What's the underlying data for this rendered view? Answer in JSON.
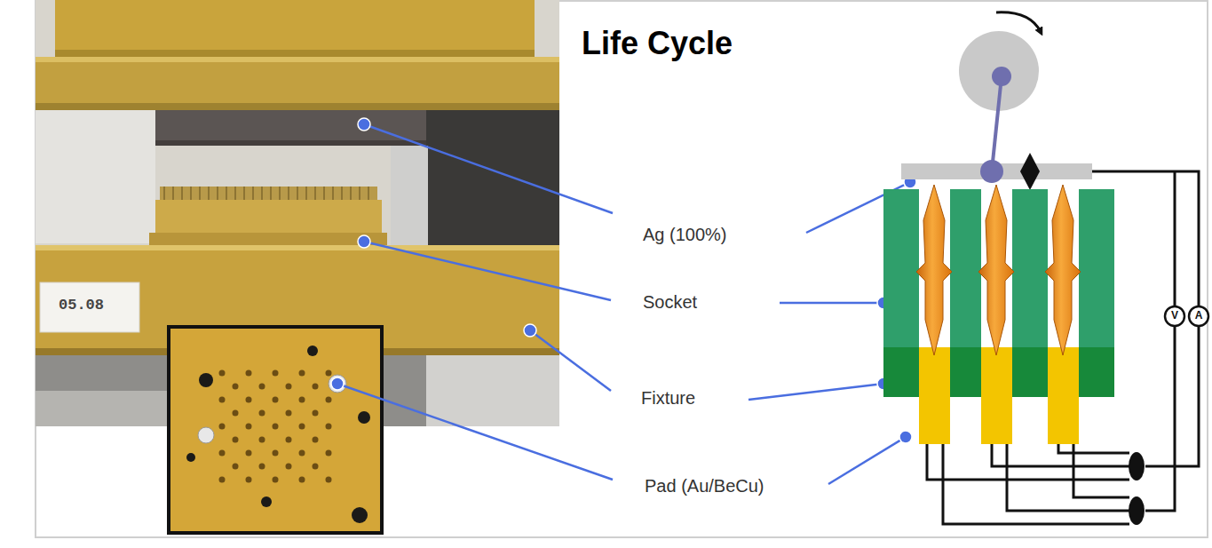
{
  "diagram": {
    "title": "Life Cycle",
    "labels": [
      "Ag (100%)",
      "Socket",
      "Fixture",
      "Pad (Au/BeCu)",
      "05.08",
      "V",
      "A"
    ]
  }
}
